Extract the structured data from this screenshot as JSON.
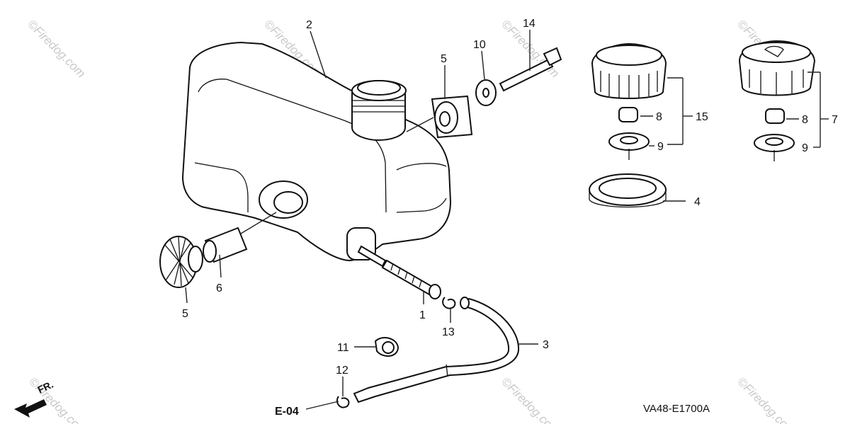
{
  "callouts": {
    "c1": "1",
    "c2": "2",
    "c3": "3",
    "c4": "4",
    "c5a": "5",
    "c5b": "5",
    "c6": "6",
    "c7": "7",
    "c8a": "8",
    "c8b": "8",
    "c9a": "9",
    "c9b": "9",
    "c10": "10",
    "c11": "11",
    "c12": "12",
    "c13": "13",
    "c14": "14",
    "c15": "15"
  },
  "ref_code": "E-04",
  "direction_label": "FR.",
  "diagram_code": "VA48-E1700A",
  "watermark": "©Firedog.com",
  "colors": {
    "line": "#111111",
    "watermark": "#c9c9c9",
    "background": "#ffffff"
  }
}
